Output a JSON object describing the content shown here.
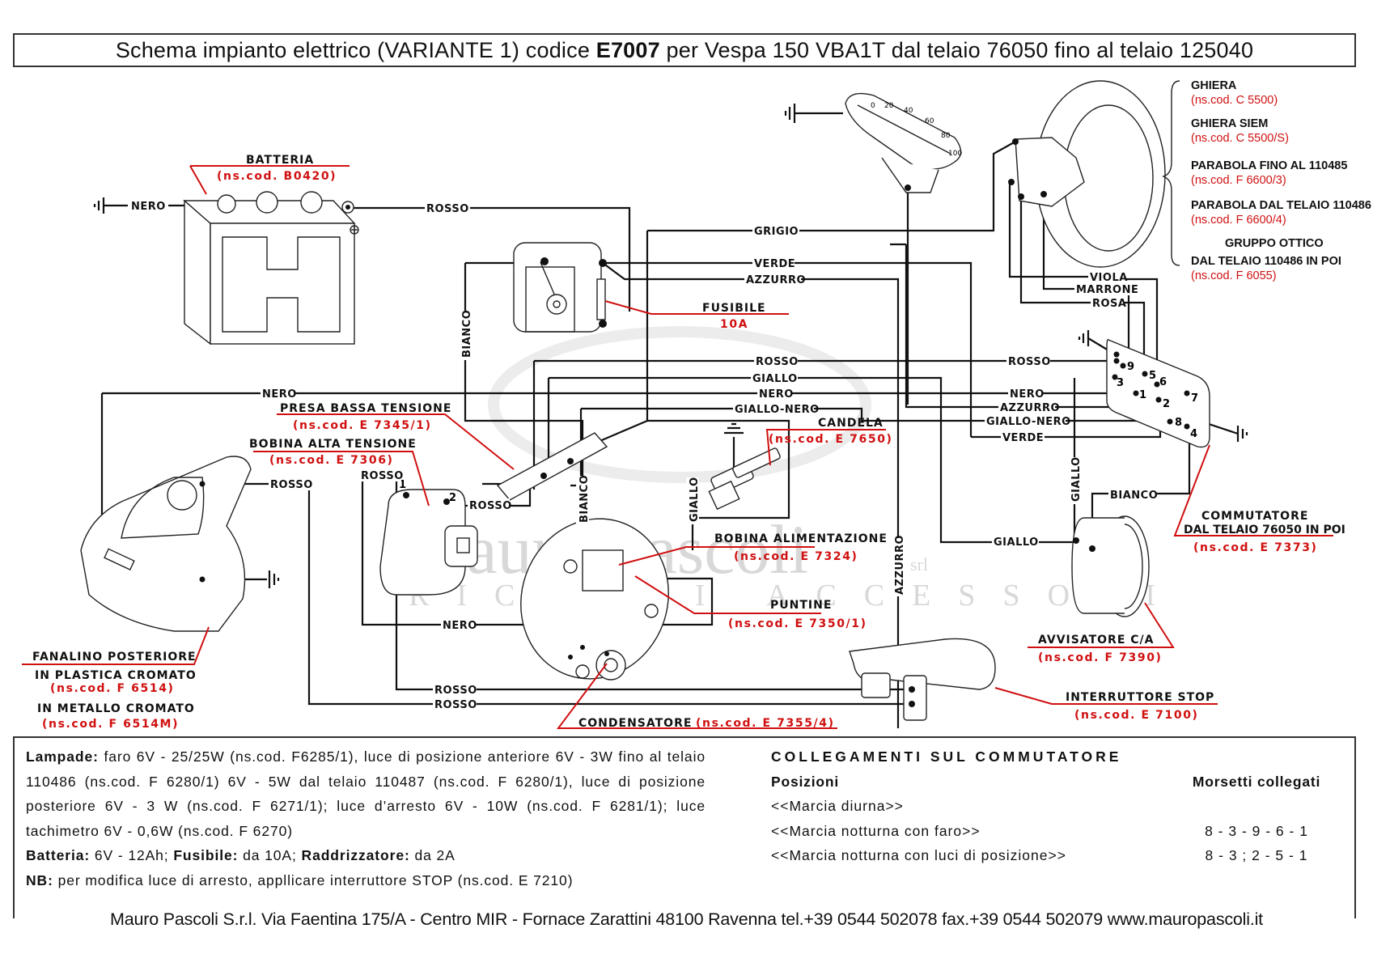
{
  "title": {
    "prefix": "Schema impianto elettrico (VARIANTE 1) codice ",
    "code": "E7007",
    "suffix": " per Vespa 150 VBA1T dal telaio 76050 fino al telaio 125040"
  },
  "watermark": {
    "brand": "Mauro Pascoli",
    "sub": "RICAMBI ACCESSORI",
    "srl": "srl"
  },
  "components": {
    "batteria": {
      "label": "BATTERIA",
      "code": "(ns.cod. B0420)"
    },
    "fusibile": {
      "label": "FUSIBILE",
      "code": "10A"
    },
    "presa": {
      "label": "PRESA BASSA TENSIONE",
      "code": "(ns.cod. E 7345/1)"
    },
    "bobina_at": {
      "label": "BOBINA ALTA TENSIONE",
      "code": "(ns.cod. E 7306)"
    },
    "candela": {
      "label": "CANDELA",
      "code": "(ns.cod. E 7650)"
    },
    "bobina_al": {
      "label": "BOBINA ALIMENTAZIONE",
      "code": "(ns.cod. E 7324)"
    },
    "puntine": {
      "label": "PUNTINE",
      "code": "(ns.cod. E 7350/1)"
    },
    "condensatore": {
      "label": "CONDENSATORE",
      "code": "(ns.cod. E 7355/4)"
    },
    "fanalino": {
      "label": "FANALINO POSTERIORE",
      "v1": "IN PLASTICA CROMATO",
      "v1_code": "(ns.cod. F 6514)",
      "v2": "IN METALLO CROMATO",
      "v2_code": "(ns.cod. F 6514M)"
    },
    "commutatore": {
      "label": "COMMUTATORE",
      "sub": "DAL TELAIO 76050 IN POI",
      "code": "(ns.cod. E 7373)"
    },
    "avvisatore": {
      "label": "AVVISATORE C/A",
      "code": "(ns.cod. F 7390)"
    },
    "stop": {
      "label": "INTERRUTTORE STOP",
      "code": "(ns.cod. E 7100)"
    }
  },
  "headlight_parts": [
    {
      "label": "GHIERA",
      "code": "(ns.cod. C 5500)"
    },
    {
      "label": "GHIERA SIEM",
      "code": "(ns.cod. C 5500/S)"
    },
    {
      "label": "PARABOLA FINO AL 110485",
      "code": "(ns.cod. F 6600/3)"
    },
    {
      "label": "PARABOLA DAL TELAIO 110486",
      "code": "(ns.cod. F 6600/4)"
    },
    {
      "label": "GRUPPO OTTICO",
      "label2": "DAL TELAIO 110486 IN POI",
      "code": "(ns.cod. F 6055)"
    }
  ],
  "wires": {
    "nero": "NERO",
    "rosso": "ROSSO",
    "grigio": "GRIGIO",
    "verde": "VERDE",
    "azzurro": "AZZURRO",
    "bianco": "BIANCO",
    "giallo": "GIALLO",
    "giallo_nero": "GIALLO-NERO",
    "viola": "VIOLA",
    "marrone": "MARRONE",
    "rosa": "ROSA"
  },
  "switch_terminals": [
    "9",
    "5",
    "6",
    "3",
    "1",
    "2",
    "7",
    "8",
    "4"
  ],
  "coil_terminals": [
    "1",
    "2"
  ],
  "speedo_ticks": [
    "0",
    "20",
    "40",
    "60",
    "80",
    "100"
  ],
  "info": {
    "lampade_label": "Lampade:",
    "lampade_text": " faro 6V - 25/25W (ns.cod. F6285/1), luce di posizione anteriore 6V - 3W fino al telaio 110486 (ns.cod. F 6280/1) 6V - 5W dal telaio 110487 (ns.cod. F 6280/1), luce di posizione posteriore 6V - 3 W (ns.cod. F 6271/1); luce d’arresto 6V - 10W (ns.cod. F 6281/1); luce tachimetro 6V - 0,6W (ns.cod. F 6270)",
    "batteria_label": "Batteria:",
    "batteria_text": " 6V - 12Ah; ",
    "fusibile_label": "Fusibile:",
    "fusibile_text": " da 10A; ",
    "raddr_label": "Raddrizzatore:",
    "raddr_text": " da 2A",
    "nb_label": "NB:",
    "nb_text": " per modifica luce di arresto, appllicare interruttore STOP (ns.cod. E 7210)"
  },
  "collegamenti": {
    "title": "COLLEGAMENTI SUL COMMUTATORE",
    "col_pos": "Posizioni",
    "col_mor": "Morsetti collegati",
    "rows": [
      {
        "pos": "<<Marcia diurna>>",
        "mor": ""
      },
      {
        "pos": "<<Marcia notturna con faro>>",
        "mor": "8 - 3 - 9 - 6 - 1"
      },
      {
        "pos": "<<Marcia notturna con luci di posizione>>",
        "mor": "8 - 3 ; 2 - 5 - 1"
      }
    ]
  },
  "footer": "Mauro Pascoli S.r.l. Via Faentina 175/A - Centro MIR - Fornace Zarattini 48100 Ravenna tel.+39 0544 502078 fax.+39 0544 502079 www.mauropascoli.it"
}
